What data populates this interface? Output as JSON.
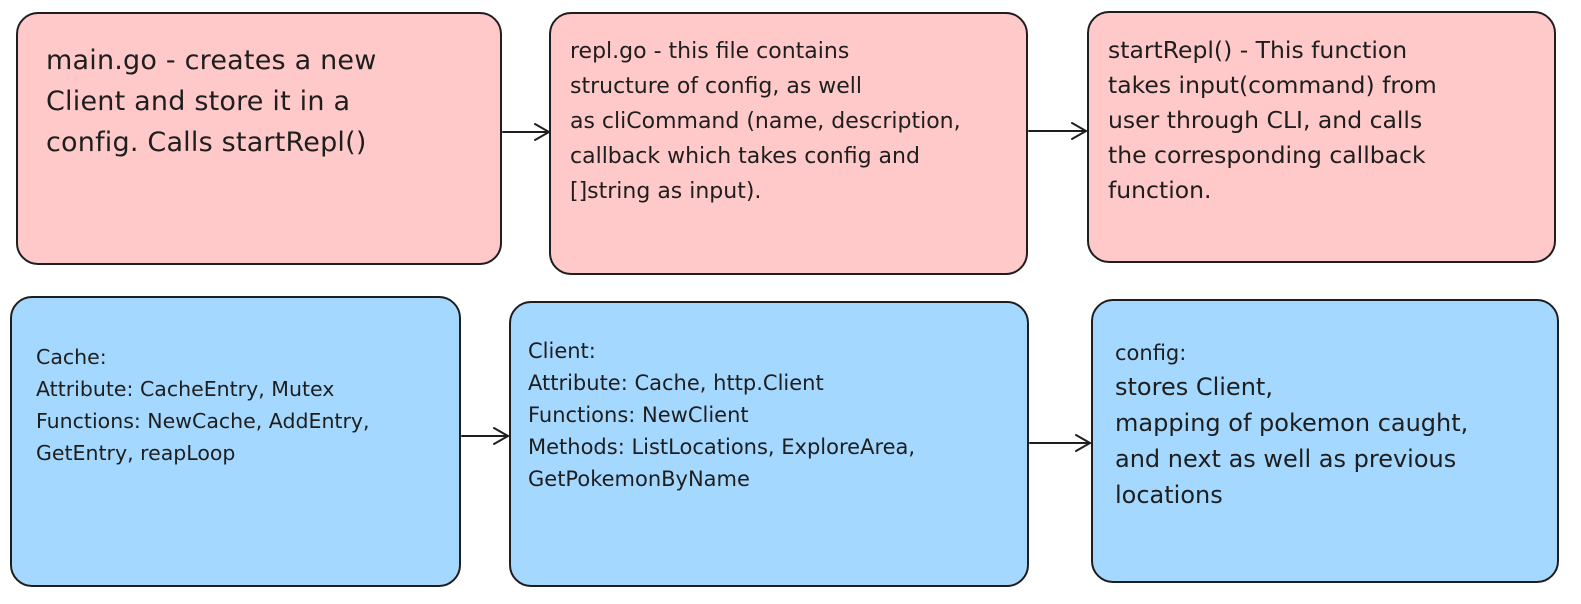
{
  "diagram": {
    "nodes": [
      {
        "id": "main",
        "color": "#ffc9c9",
        "text": "main.go - creates a new\nClient and store it in a\nconfig. Calls startRepl()"
      },
      {
        "id": "repl",
        "color": "#ffc9c9",
        "text": "repl.go - this file contains\nstructure of config, as well\nas cliCommand (name, description,\ncallback which takes config and\n[]string as input)."
      },
      {
        "id": "startrepl",
        "color": "#ffc9c9",
        "text": "startRepl() - This function\ntakes input(command) from\nuser through CLI, and calls\nthe corresponding callback\nfunction."
      },
      {
        "id": "cache",
        "color": "#a5d8ff",
        "text": "Cache:\nAttribute: CacheEntry, Mutex\nFunctions: NewCache, AddEntry,\n             GetEntry, reapLoop"
      },
      {
        "id": "client",
        "color": "#a5d8ff",
        "text": "Client:\nAttribute: Cache, http.Client\nFunctions: NewClient\nMethods: ListLocations, ExploreArea,\nGetPokemonByName"
      },
      {
        "id": "config",
        "color": "#a5d8ff",
        "title": "config:",
        "text": "stores Client,\nmapping of pokemon caught,\nand next as well as previous\nlocations"
      }
    ],
    "edges": [
      {
        "from": "main",
        "to": "repl"
      },
      {
        "from": "repl",
        "to": "startrepl"
      },
      {
        "from": "cache",
        "to": "client"
      },
      {
        "from": "client",
        "to": "config"
      }
    ]
  }
}
